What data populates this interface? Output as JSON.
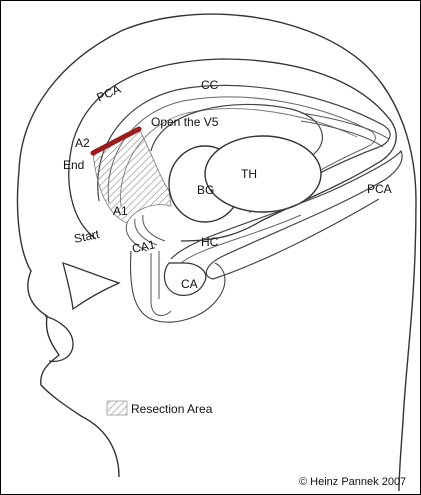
{
  "labels": {
    "pca_top": "PCA",
    "cc": "CC",
    "open_v5": "Open the V5",
    "a2": "A2",
    "end": "End",
    "bg": "BG",
    "th": "TH",
    "pca_right": "PCA",
    "a1": "A1",
    "start": "Start",
    "ca1": "CA1",
    "hc": "HC",
    "ca": "CA"
  },
  "legend": {
    "resection_area": "Resection Area"
  },
  "copyright": "© Heinz Pannek 2007",
  "colors": {
    "line": "#333333",
    "resection_line": "#9b1c1c",
    "hatch": "#888888"
  }
}
